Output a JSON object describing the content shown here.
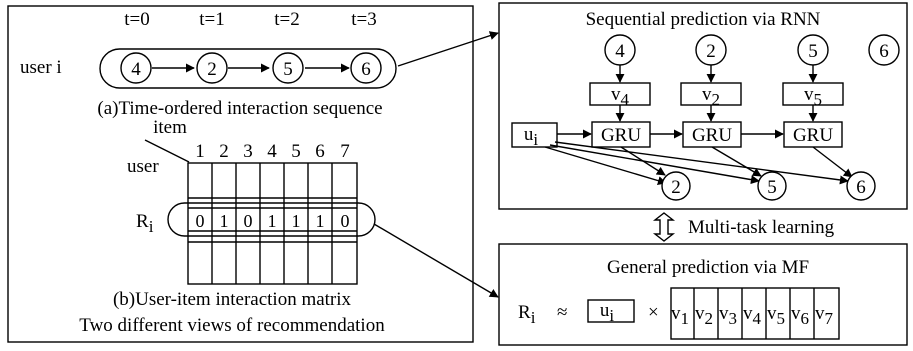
{
  "left_panel": {
    "time_labels": [
      "t=0",
      "t=1",
      "t=2",
      "t=3"
    ],
    "user_label": "user i",
    "sequence_items": [
      "4",
      "2",
      "5",
      "6"
    ],
    "caption_a": "(a)Time-ordered interaction sequence",
    "matrix": {
      "item_label": "item",
      "user_label": "user",
      "column_headers": [
        "1",
        "2",
        "3",
        "4",
        "5",
        "6",
        "7"
      ],
      "row_label": "R",
      "row_label_sub": "i",
      "row_values": [
        "0",
        "1",
        "0",
        "1",
        "1",
        "1",
        "0"
      ]
    },
    "caption_b": "(b)User-item interaction matrix",
    "caption_overall": "Two different views of recommendation"
  },
  "rnn_panel": {
    "title": "Sequential prediction via RNN",
    "input_items": [
      "4",
      "2",
      "5",
      "6"
    ],
    "embeddings": [
      {
        "base": "v",
        "sub": "4"
      },
      {
        "base": "v",
        "sub": "2"
      },
      {
        "base": "v",
        "sub": "5"
      }
    ],
    "user_vector": {
      "base": "u",
      "sub": "i"
    },
    "cell_label": "GRU",
    "output_items": [
      "2",
      "5",
      "6"
    ]
  },
  "link": {
    "label": "Multi-task learning"
  },
  "mf_panel": {
    "title": "General prediction via MF",
    "lhs": {
      "base": "R",
      "sub": "i"
    },
    "approx": "≈",
    "times": "×",
    "user_vector": {
      "base": "u",
      "sub": "i"
    },
    "item_vectors": [
      {
        "base": "v",
        "sub": "1"
      },
      {
        "base": "v",
        "sub": "2"
      },
      {
        "base": "v",
        "sub": "3"
      },
      {
        "base": "v",
        "sub": "4"
      },
      {
        "base": "v",
        "sub": "5"
      },
      {
        "base": "v",
        "sub": "6"
      },
      {
        "base": "v",
        "sub": "7"
      }
    ]
  }
}
